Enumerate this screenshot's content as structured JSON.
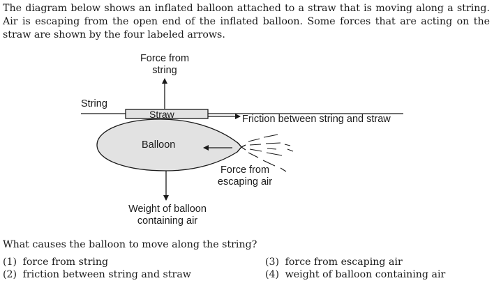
{
  "intro": "The diagram below shows an inflated balloon attached to a straw that is moving along a string. Air is escaping from the open end of the inflated balloon. Some forces that are acting on the straw are shown by the four labeled arrows.",
  "diagram": {
    "labels": {
      "force_from_string_1": "Force from",
      "force_from_string_2": "string",
      "string": "String",
      "straw": "Straw",
      "friction": "Friction between string and straw",
      "balloon": "Balloon",
      "escaping_air_1": "Force from",
      "escaping_air_2": "escaping air",
      "weight_1": "Weight of balloon",
      "weight_2": "containing air"
    }
  },
  "question": "What causes the balloon to move along the string?",
  "options": [
    {
      "num": "(1)",
      "text": "force from string"
    },
    {
      "num": "(2)",
      "text": "friction between string and straw"
    },
    {
      "num": "(3)",
      "text": "force from escaping air"
    },
    {
      "num": "(4)",
      "text": "weight of balloon containing air"
    }
  ]
}
